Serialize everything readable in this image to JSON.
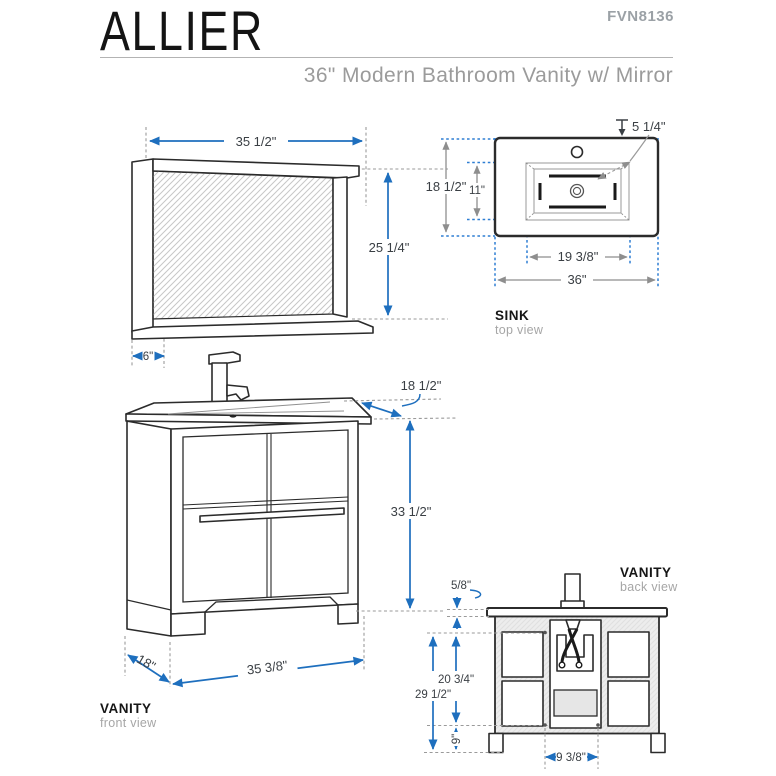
{
  "header": {
    "title": "ALLIER",
    "model": "FVN8136",
    "subtitle": "36\" Modern Bathroom Vanity w/ Mirror"
  },
  "colors": {
    "dimension_blue": "#1e6fbe",
    "extension_blue": "#2e7ed3",
    "dimension_gray": "#8e8e8e",
    "text_dark": "#3a3f44",
    "label_gray": "#a6a6a6",
    "line_black": "#2b2b2b"
  },
  "mirror": {
    "width": "35 1/2\"",
    "height": "25 1/4\"",
    "shelf_depth": "6\""
  },
  "sink": {
    "label": "SINK",
    "view": "top view",
    "overall_width": "36\"",
    "overall_depth": "18 1/2\"",
    "basin_width": "19 3/8\"",
    "basin_depth": "11\"",
    "bowl_depth": "5 1/4\""
  },
  "vanity_front": {
    "label": "VANITY",
    "view": "front view",
    "counter_depth": "18 1/2\"",
    "height": "33 1/2\"",
    "base_depth": "18\"",
    "width": "35 3/8\""
  },
  "vanity_back": {
    "label": "VANITY",
    "view": "back view",
    "counter_thickness": "5/8\"",
    "opening_height": "20 3/4\"",
    "back_height": "29 1/2\"",
    "leg_height": "9\"",
    "center_width": "9 3/8\""
  }
}
